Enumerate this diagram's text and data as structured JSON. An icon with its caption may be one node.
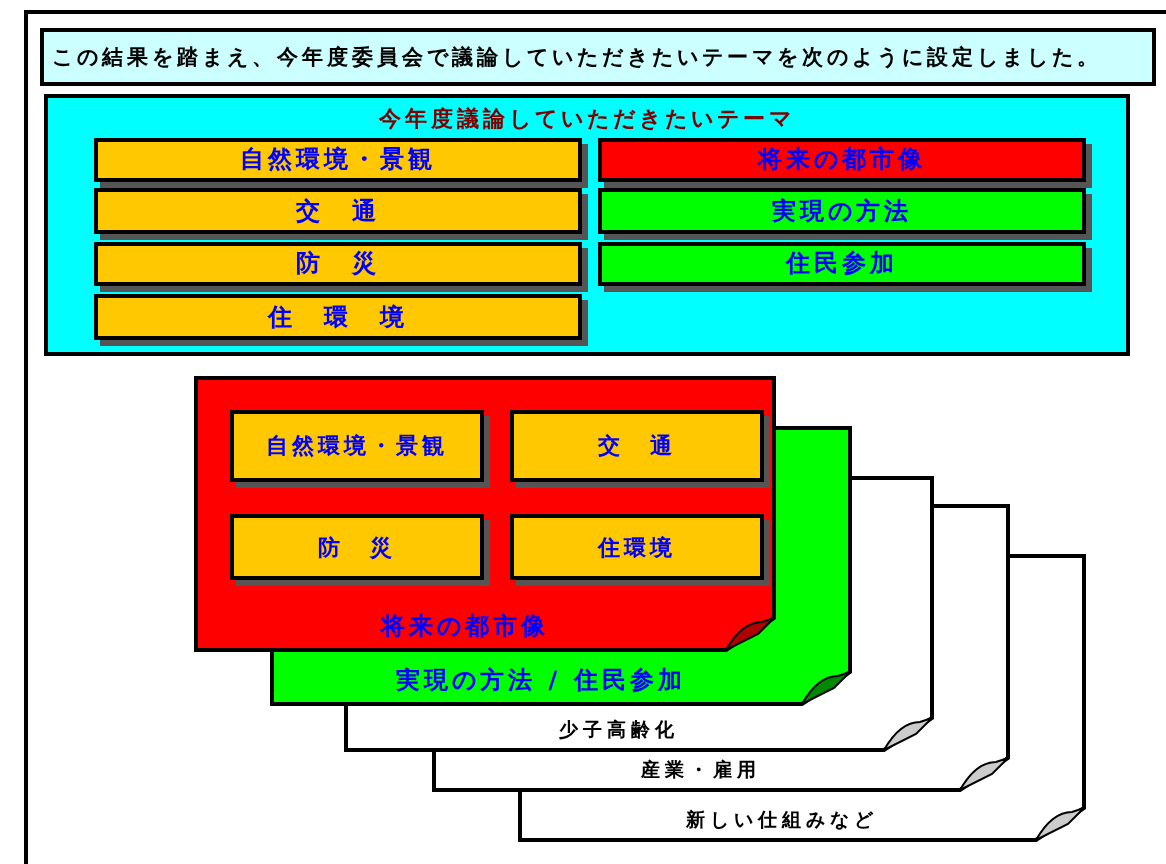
{
  "diagram": {
    "nodes": [
      {
        "text": [
          "この結果を踏まえ、今年度委員会で議論していただきたいテーマを次のように設定しました。"
        ]
      },
      {
        "text": [
          "今年度議論していただきたいテーマ"
        ]
      },
      {
        "text": [
          "自然環境・景観"
        ],
        "in": 1
      },
      {
        "text": [
          "交　通"
        ],
        "in": 1
      },
      {
        "text": [
          "防　災"
        ],
        "in": 1
      },
      {
        "text": [
          "住　環　境"
        ],
        "in": 1
      },
      {
        "text": [
          "将来の都市像"
        ],
        "in": 1
      },
      {
        "text": [
          "実現の方法"
        ],
        "in": 1
      },
      {
        "text": [
          "住民参加"
        ],
        "in": 1
      },
      {
        "text": [
          "将来の都市像"
        ]
      },
      {
        "text": [
          "自然環境・景観"
        ],
        "in": 9
      },
      {
        "text": [
          "交　通"
        ],
        "in": 9
      },
      {
        "text": [
          "防　災"
        ],
        "in": 9
      },
      {
        "text": [
          "住環境"
        ]
      },
      {
        "text": [
          "実現の方法 / 住民参加"
        ]
      },
      {
        "text": [
          "少子高齢化"
        ]
      },
      {
        "text": [
          "産業・雇用"
        ]
      },
      {
        "text": [
          "新しい仕組みなど"
        ]
      }
    ]
  }
}
